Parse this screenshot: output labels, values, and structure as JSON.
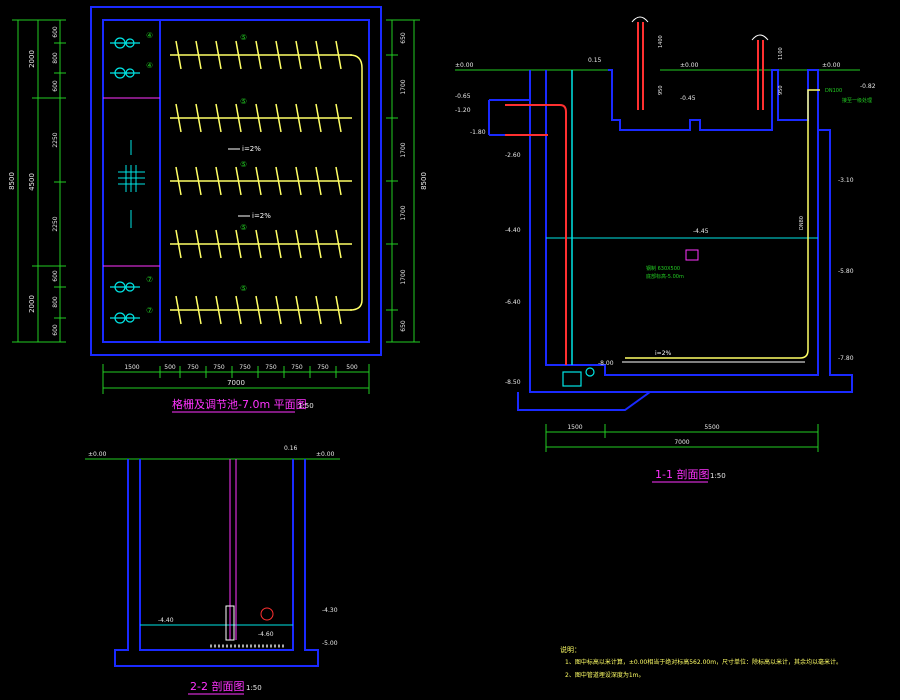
{
  "colors": {
    "background": "#000000",
    "wall": "#1a2aff",
    "dim": "#22cc22",
    "pipe": "#ffff66",
    "magenta": "#ff33ff",
    "cyan": "#00e5e5",
    "white": "#ffffff",
    "red": "#ff3030",
    "text": "#e8e8e8"
  },
  "plan": {
    "title": "格栅及调节池-7.0m 平面图",
    "scale": "1:50",
    "left_dims": [
      "2000",
      "4500",
      "2000"
    ],
    "left_sub_dims": [
      "600",
      "800",
      "600",
      "2250",
      "2250",
      "600",
      "800",
      "600"
    ],
    "total_height": "8500",
    "right_dims": [
      "650",
      "1700",
      "1700",
      "1700",
      "1700",
      "650"
    ],
    "right_total": "8500",
    "bottom_dims": [
      "1500",
      "500",
      "750",
      "750",
      "750",
      "750",
      "750",
      "750",
      "500"
    ],
    "bottom_total": "7000",
    "slope_labels": [
      "i=2%",
      "i=2%"
    ],
    "pipe_tags": [
      "⑤",
      "⑤",
      "⑤",
      "⑤",
      "⑤"
    ],
    "pump_tags": [
      "④",
      "④",
      "⑦",
      "⑦"
    ]
  },
  "section11": {
    "title": "1-1 剖面图",
    "scale": "1:50",
    "levels": {
      "top_left": "±0.00",
      "top_right1": "±0.00",
      "top_right2": "±0.00",
      "pipe_top": "0.15",
      "l1": "-0.65",
      "l2": "-1.20",
      "l3": "-1.80",
      "l4": "-2.60",
      "l5": "-0.45",
      "r1": "-0.82",
      "r2": "-3.10",
      "r3": "-5.80",
      "r4": "-7.80",
      "water": "-4.45",
      "left1": "-4.40",
      "left2": "-6.40",
      "bottom": "-8.50",
      "pump": "-8.00"
    },
    "dims_top": [
      "1400",
      "950",
      "1100",
      "950"
    ],
    "dims_bottom": [
      "1500",
      "5500"
    ],
    "dim_total": "7000",
    "dim_right": "DN80",
    "slope": "i=2%",
    "note_box": [
      "钢制 630X500",
      "底部标高-5.00m"
    ],
    "callouts": [
      "DN100",
      "接至一级处理"
    ]
  },
  "section22": {
    "title": "2-2 剖面图",
    "scale": "1:50",
    "levels": {
      "top_left": "±0.00",
      "top_right": "±0.00",
      "pipe": "0.16",
      "water": "-4.40",
      "r1": "-4.30",
      "r2": "-4.60",
      "bottom": "-5.00"
    }
  },
  "notes": {
    "heading": "说明：",
    "items": [
      "1、图中标高以米计算，±0.00相当于绝对标高562.00m，尺寸单位：除标高以米计，其余均以毫米计。",
      "2、图中管道埋设深度为1m。"
    ]
  }
}
